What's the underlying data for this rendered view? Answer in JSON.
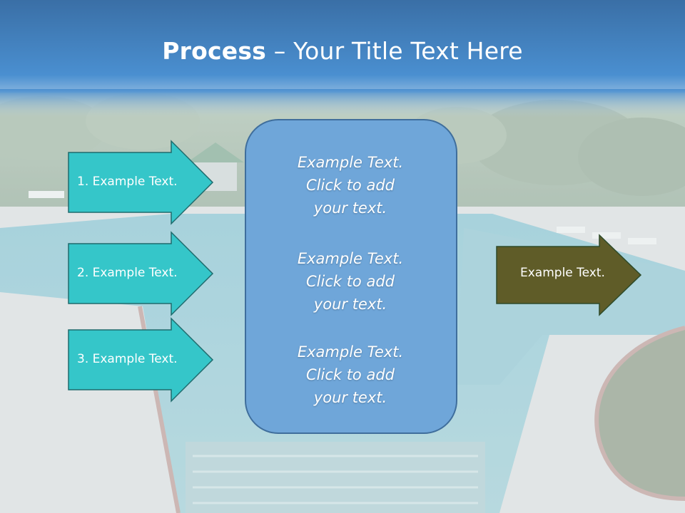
{
  "title": {
    "bold": "Process",
    "rest": " – Your Title Text Here"
  },
  "inputs": [
    {
      "label": "1. Example Text."
    },
    {
      "label": "2. Example Text."
    },
    {
      "label": "3. Example Text."
    }
  ],
  "center_box": {
    "blocks": [
      {
        "text": "Example Text.\nClick  to add\nyour text."
      },
      {
        "text": "Example Text.\nClick  to add\nyour text."
      },
      {
        "text": "Example Text.\nClick  to add\nyour text."
      }
    ]
  },
  "output": {
    "label": "Example Text."
  },
  "colors": {
    "title_band": "#3f86c8",
    "input_arrow_fill": "#35c6c9",
    "input_arrow_stroke": "#1f6b6d",
    "center_box_fill": "#6fa6d9",
    "center_box_stroke": "#3f6e9c",
    "output_arrow_fill": "#5f5c28",
    "output_arrow_stroke": "#2e4b2a"
  }
}
